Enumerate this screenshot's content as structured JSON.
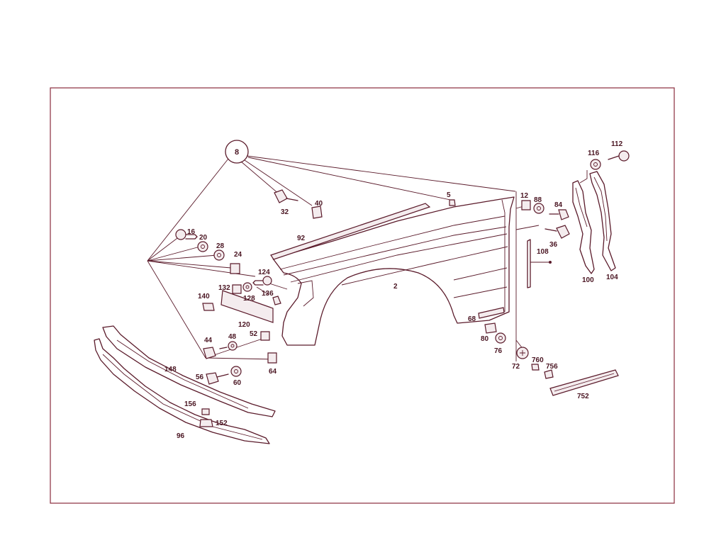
{
  "diagram": {
    "border_color": "#8a2b3c",
    "ink_color": "#5a1a2a",
    "callout_label": "8",
    "labels": {
      "p2": "2",
      "p5": "5",
      "p12": "12",
      "p16": "16",
      "p20": "20",
      "p24": "24",
      "p28": "28",
      "p32": "32",
      "p36": "36",
      "p40": "40",
      "p44": "44",
      "p48": "48",
      "p52": "52",
      "p56": "56",
      "p60": "60",
      "p64": "64",
      "p68": "68",
      "p72": "72",
      "p76": "76",
      "p80": "80",
      "p84": "84",
      "p88": "88",
      "p92": "92",
      "p96": "96",
      "p100": "100",
      "p104": "104",
      "p108": "108",
      "p112": "112",
      "p116": "116",
      "p120": "120",
      "p124": "124",
      "p128": "128",
      "p132": "132",
      "p136": "136",
      "p140": "140",
      "p148": "148",
      "p152": "152",
      "p156": "156",
      "p752": "752",
      "p756": "756",
      "p760": "760"
    }
  }
}
